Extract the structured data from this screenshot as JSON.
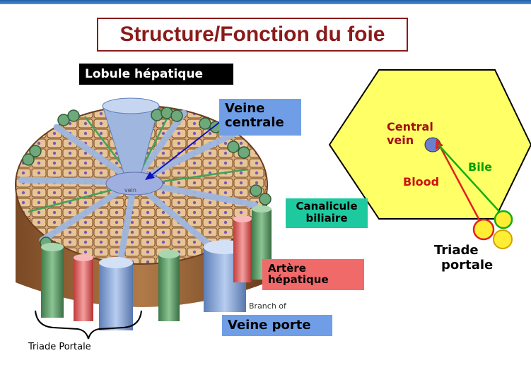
{
  "title": "Structure/Fonction du foie",
  "labels": {
    "lobule": "Lobule hépatique",
    "veine_centrale_1": "Veine",
    "veine_centrale_2": "centrale",
    "canalicule_1": "Canalicule",
    "canalicule_2": "biliaire",
    "artere_1": "Artère",
    "artere_2": "hépatique",
    "veine_porte": "Veine porte",
    "triade_portale": "Triade Portale",
    "branch_of": "Branch of",
    "vein_small": "vein"
  },
  "right_diagram": {
    "central_vein_1": "Central",
    "central_vein_2": "vein",
    "blood": "Blood",
    "bile": "Bile",
    "triade_1": "Triade",
    "triade_2": "portale"
  },
  "colors": {
    "title": "#8b1a1a",
    "hexagon": "#ffff66",
    "blood": "#d01010",
    "bile": "#00a000",
    "vein_blue": "#6f9ee6",
    "canal_teal": "#1fc9a0",
    "artery_red": "#f06a6a"
  }
}
